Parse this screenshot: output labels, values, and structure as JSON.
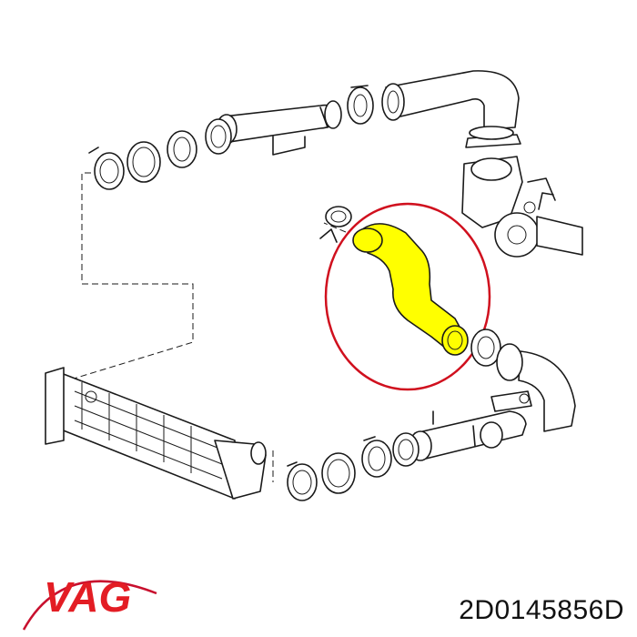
{
  "brand": {
    "name": "VAG",
    "text_color": "#e31d24",
    "swoosh_color": "#c8102e"
  },
  "part_number": "2D0145856D",
  "highlight": {
    "part_color": "#ffff00",
    "circle_color": "#d0101e",
    "icon": "intercooler-hose"
  }
}
